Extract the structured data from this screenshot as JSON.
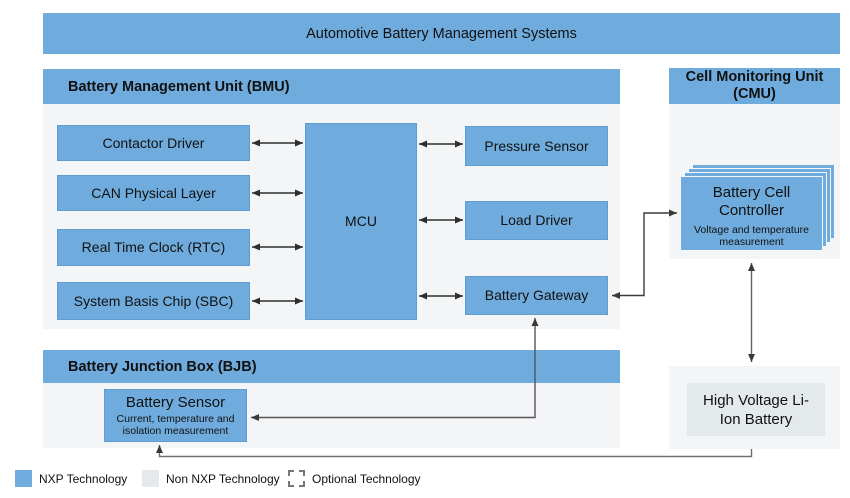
{
  "banner": {
    "title": "Automotive Battery Management Systems"
  },
  "bmu": {
    "header": "Battery Management Unit (BMU)",
    "blocks": {
      "contactor_driver": "Contactor Driver",
      "can_physical_layer": "CAN Physical Layer",
      "real_time_clock": "Real Time Clock (RTC)",
      "system_basis_chip": "System Basis Chip (SBC)",
      "mcu": "MCU",
      "pressure_sensor": "Pressure Sensor",
      "load_driver": "Load Driver",
      "battery_gateway": "Battery Gateway"
    }
  },
  "bjb": {
    "header": "Battery Junction Box (BJB)",
    "battery_sensor": {
      "title": "Battery Sensor",
      "subtitle": "Current, temperature and isolation measurement"
    }
  },
  "cmu": {
    "header": "Cell Monitoring Unit (CMU)",
    "battery_cell_controller": {
      "title": "Battery Cell Controller",
      "subtitle": "Voltage and temperature measurement"
    }
  },
  "hv_battery": {
    "label": "High Voltage Li-Ion Battery"
  },
  "legend": {
    "items": [
      {
        "id": "nxp",
        "label": "NXP Technology"
      },
      {
        "id": "non_nxp",
        "label": "Non NXP Technology"
      },
      {
        "id": "optional",
        "label": "Optional Technology"
      }
    ]
  },
  "colors": {
    "nxp_blue": "#6facdd",
    "non_nxp_gray": "#e4e9ec",
    "panel_gray": "#f3f5f7",
    "arrow_dark": "#2e2e2e",
    "connector_gray": "#4d4d4d"
  }
}
